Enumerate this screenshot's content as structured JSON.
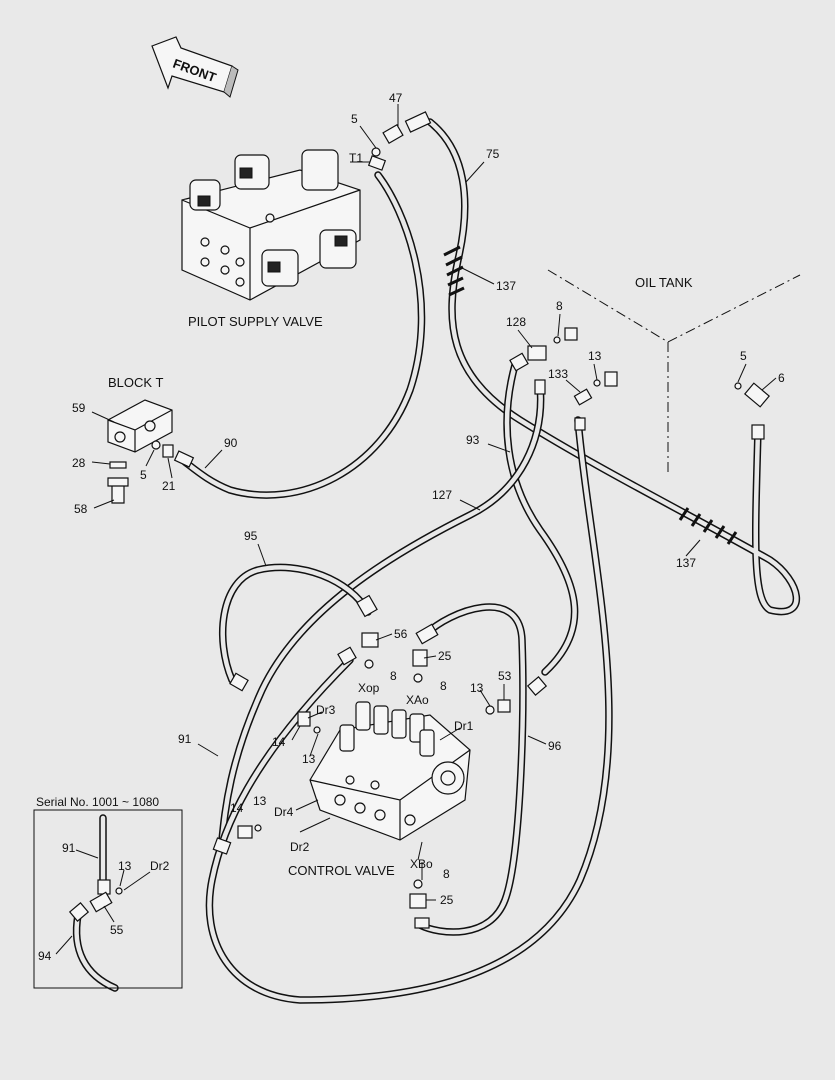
{
  "labels": {
    "front": "FRONT",
    "pilot_supply_valve": "PILOT SUPPLY VALVE",
    "block_t": "BLOCK  T",
    "oil_tank": "OIL TANK",
    "control_valve": "CONTROL VALVE",
    "serial_no": "Serial No. 1001 ~ 1080"
  },
  "callouts": {
    "c5a": "5",
    "c47": "47",
    "cT1": "T1",
    "c75": "75",
    "c137a": "137",
    "c8a": "8",
    "c128": "128",
    "c13a": "13",
    "c133": "133",
    "c5b": "5",
    "c6": "6",
    "c59": "59",
    "c28": "28",
    "c5c": "5",
    "c21": "21",
    "c90": "90",
    "c58": "58",
    "c93": "93",
    "c127": "127",
    "c137b": "137",
    "c95": "95",
    "c56": "56",
    "c8b": "8",
    "cXop": "Xop",
    "c25a": "25",
    "c8c": "8",
    "cXAo": "XAo",
    "c13b": "13",
    "c53": "53",
    "cDr1": "Dr1",
    "cDr3": "Dr3",
    "c14a": "14",
    "c13c": "13",
    "c91": "91",
    "c96": "96",
    "c14b": "14",
    "c13d": "13",
    "cDr4": "Dr4",
    "cDr2": "Dr2",
    "cXBo": "XBo",
    "c8d": "8",
    "c25b": "25",
    "i91": "91",
    "i13": "13",
    "iDr2": "Dr2",
    "i55": "55",
    "i94": "94"
  }
}
